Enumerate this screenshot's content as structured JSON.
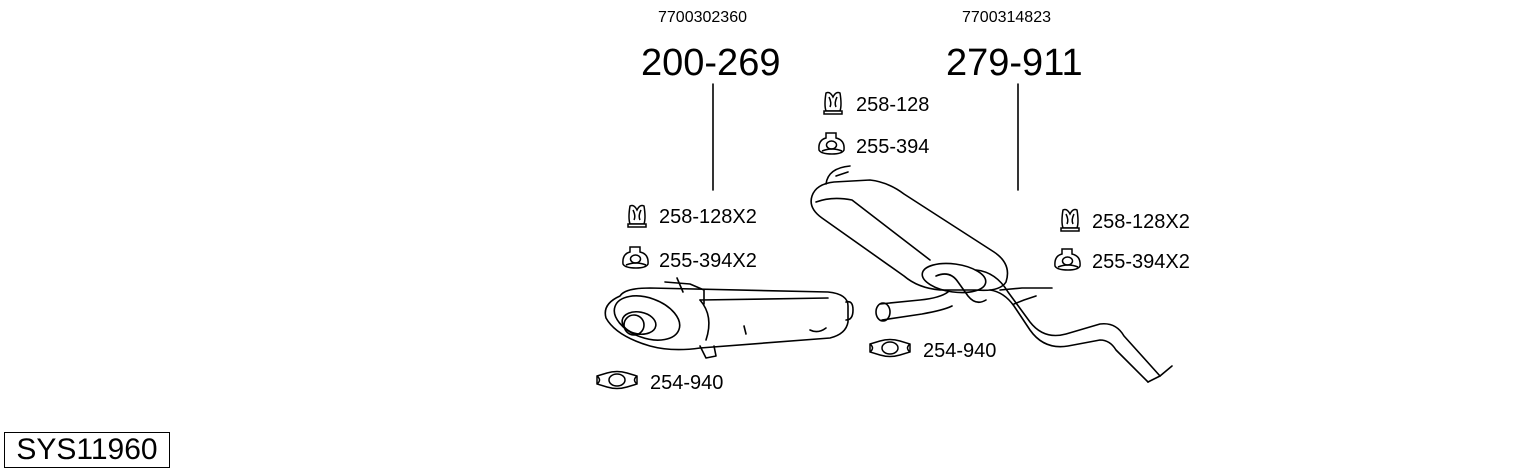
{
  "system_code": "SYS11960",
  "assemblies": [
    {
      "oem": "7700302360",
      "part": "200-269",
      "hardware": [
        {
          "icon": "rubber-hanger-icon",
          "label": "258-128X2"
        },
        {
          "icon": "rubber-ring-mount-icon",
          "label": "255-394X2"
        },
        {
          "icon": "pipe-clamp-icon",
          "label": "254-940"
        }
      ]
    },
    {
      "oem": "7700314823",
      "part": "279-911",
      "hardware_top": [
        {
          "icon": "rubber-hanger-icon",
          "label": "258-128"
        },
        {
          "icon": "rubber-ring-mount-icon",
          "label": "255-394"
        }
      ],
      "hardware_right": [
        {
          "icon": "rubber-hanger-icon",
          "label": "258-128X2"
        },
        {
          "icon": "rubber-ring-mount-icon",
          "label": "255-394X2"
        }
      ],
      "hardware_bottom": [
        {
          "icon": "pipe-clamp-icon",
          "label": "254-940"
        }
      ]
    }
  ]
}
